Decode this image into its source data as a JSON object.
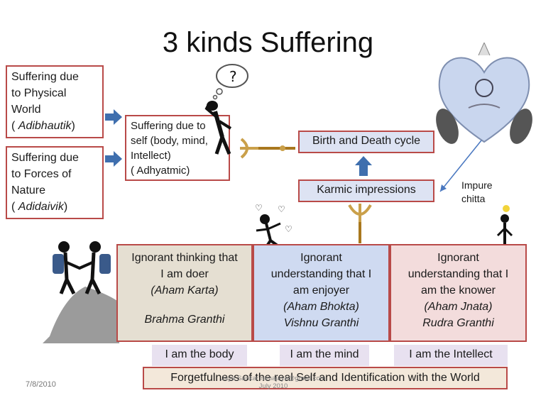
{
  "title": "3 kinds Suffering",
  "sources": [
    {
      "lines": [
        "Suffering  due",
        "to Physical",
        "World"
      ],
      "tag_open": "( ",
      "tag": "Adibhautik",
      "tag_close": ")"
    },
    {
      "lines": [
        "Suffering due",
        "to Forces of",
        "Nature"
      ],
      "tag_open": "( ",
      "tag": "Adidaivik",
      "tag_close": ")"
    }
  ],
  "self_box": {
    "lines": [
      "Suffering due to",
      "self  (body, mind,",
      "Intellect)",
      "( Adhyatmic)"
    ]
  },
  "cycle": {
    "birth_death": "Birth and Death cycle",
    "karmic": "Karmic impressions",
    "impure": [
      "Impure",
      "chitta"
    ]
  },
  "granthis": [
    {
      "lines": [
        "Ignorant thinking that",
        "I am doer"
      ],
      "sanskrit": "(Aham Karta)",
      "granthi": "Brahma Granthi",
      "bg": "#e5dfd2"
    },
    {
      "lines": [
        "Ignorant",
        "understanding that I",
        "am enjoyer"
      ],
      "sanskrit": "(Aham Bhokta)",
      "granthi": "Vishnu Granthi",
      "bg": "#cfdaf1"
    },
    {
      "lines": [
        "Ignorant",
        "understanding that I",
        "am the knower"
      ],
      "sanskrit": "(Aham Jnata)",
      "granthi": "Rudra Granthi",
      "bg": "#f3dcdc"
    }
  ],
  "identities": [
    "I am the body",
    "I am the mind",
    "I am the Intellect"
  ],
  "bottom_bar": "Forgetfulness of the real Self and Identification with the World",
  "footer": {
    "date": "7/8/2010",
    "credit": [
      "Jaya Sankar ramajaya@gmail.com",
      "July 2010"
    ]
  },
  "colors": {
    "border": "#b94a48",
    "arrow": "#3f6fae",
    "box_fill": "#dde3f3"
  }
}
